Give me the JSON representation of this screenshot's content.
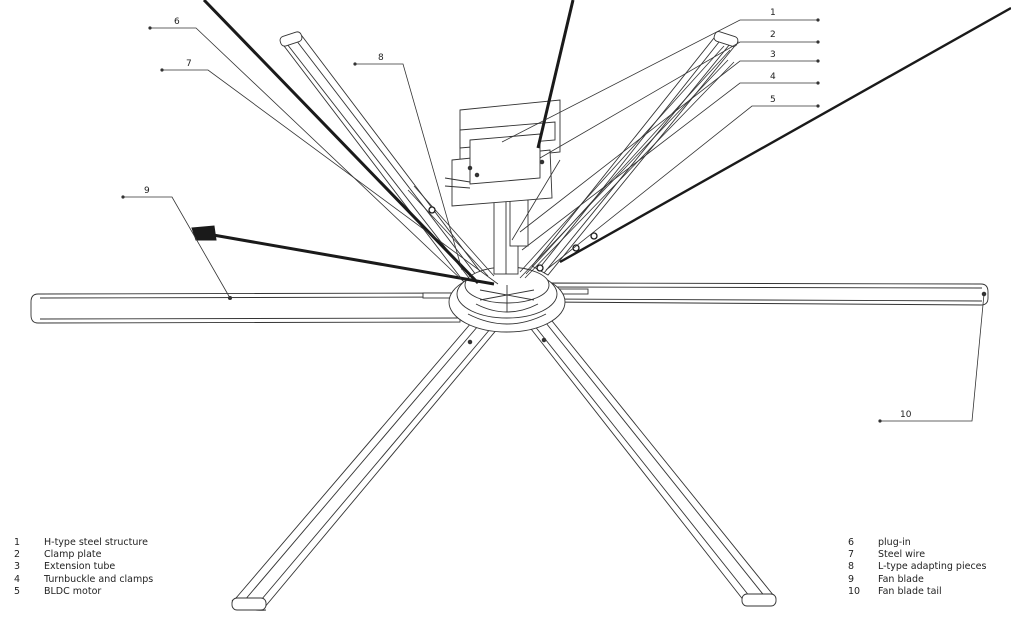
{
  "callouts": [
    "1",
    "2",
    "3",
    "4",
    "5",
    "6",
    "7",
    "8",
    "9",
    "10"
  ],
  "legend_left": [
    {
      "num": "1",
      "label": "H-type steel structure"
    },
    {
      "num": "2",
      "label": "Clamp plate"
    },
    {
      "num": "3",
      "label": "Extension tube"
    },
    {
      "num": "4",
      "label": "Turnbuckle and clamps"
    },
    {
      "num": "5",
      "label": "BLDC motor"
    }
  ],
  "legend_right": [
    {
      "num": "6",
      "label": "plug-in"
    },
    {
      "num": "7",
      "label": "Steel wire"
    },
    {
      "num": "8",
      "label": "L-type adapting pieces"
    },
    {
      "num": "9",
      "label": "Fan blade"
    },
    {
      "num": "10",
      "label": "Fan blade tail"
    }
  ]
}
